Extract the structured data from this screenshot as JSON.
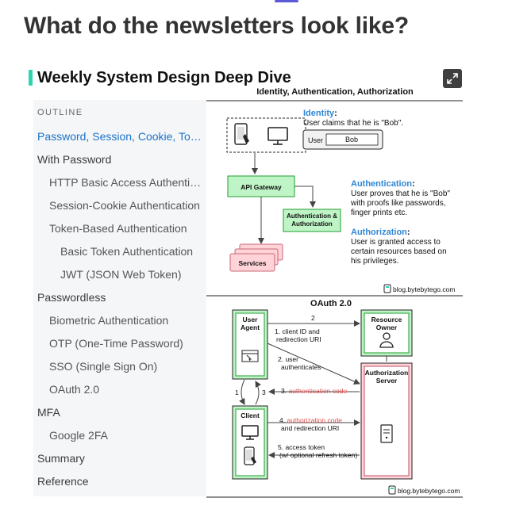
{
  "page": {
    "title": "What do the newsletters look like?"
  },
  "card": {
    "title": "Weekly System Design Deep Dive",
    "expand_icon": "expand-icon"
  },
  "outline": {
    "heading": "OUTLINE",
    "items": [
      {
        "label": "Password, Session, Cookie, Token, JWT, SSO, and OAuth",
        "level": 0,
        "active": true
      },
      {
        "label": "With Password",
        "level": 0
      },
      {
        "label": "HTTP Basic Access Authentication",
        "level": 1
      },
      {
        "label": "Session-Cookie Authentication",
        "level": 1
      },
      {
        "label": "Token-Based Authentication",
        "level": 1
      },
      {
        "label": "Basic Token Authentication",
        "level": 2
      },
      {
        "label": "JWT (JSON Web Token)",
        "level": 2
      },
      {
        "label": "Passwordless",
        "level": 0
      },
      {
        "label": "Biometric Authentication",
        "level": 1
      },
      {
        "label": "OTP (One-Time Password)",
        "level": 1
      },
      {
        "label": "SSO (Single Sign On)",
        "level": 1
      },
      {
        "label": "OAuth 2.0",
        "level": 1
      },
      {
        "label": "MFA",
        "level": 0
      },
      {
        "label": "Google 2FA",
        "level": 1
      },
      {
        "label": "Summary",
        "level": 0
      },
      {
        "label": "Reference",
        "level": 0
      }
    ]
  },
  "diagram1": {
    "title": "Identity, Authentication, Authorization",
    "identity_title": "Identity",
    "identity_desc": [
      "User claims that he is \"Bob\"."
    ],
    "user_label": "User",
    "user_value": "Bob",
    "api_gateway": "API Gateway",
    "auth_box": [
      "Authentication &",
      "Authorization"
    ],
    "services": "Services",
    "authn_title": "Authentication",
    "authn_desc": [
      "User proves that he is \"Bob\"",
      "with proofs like passwords,",
      "finger prints etc."
    ],
    "authz_title": "Authorization",
    "authz_desc": [
      "User is granted access to",
      "certain resources based on",
      "his privileges."
    ],
    "credit": "blog.bytebytego.com"
  },
  "diagram2": {
    "title": "OAuth 2.0",
    "user_agent": [
      "User",
      "Agent"
    ],
    "resource_owner": [
      "Resource",
      "Owner"
    ],
    "auth_server": [
      "Authorization",
      "Server"
    ],
    "client": "Client",
    "step1": [
      "1. client ID and",
      "redirection URI"
    ],
    "step2": [
      "2. user",
      "authenticates"
    ],
    "step3_num": "3.",
    "step3_text": "authentication code",
    "step4_num": "4.",
    "step4_text": "authorization code",
    "step4_rest": "and redirection URI",
    "step5": [
      "5. access token",
      "(w/ optional refresh token)"
    ],
    "num_1": "1",
    "num_3": "3",
    "num_2": "2",
    "credit": "blog.bytebytego.com"
  },
  "colors": {
    "accent": "#2ed3b0",
    "link": "#1a73c9",
    "green_fill": "#bff5c6",
    "green_stroke": "#3fae4f",
    "pink_fill": "#ffd3d8",
    "pink_stroke": "#c96a77",
    "blue_title": "#2f86d6",
    "red_text": "#e2524f"
  }
}
